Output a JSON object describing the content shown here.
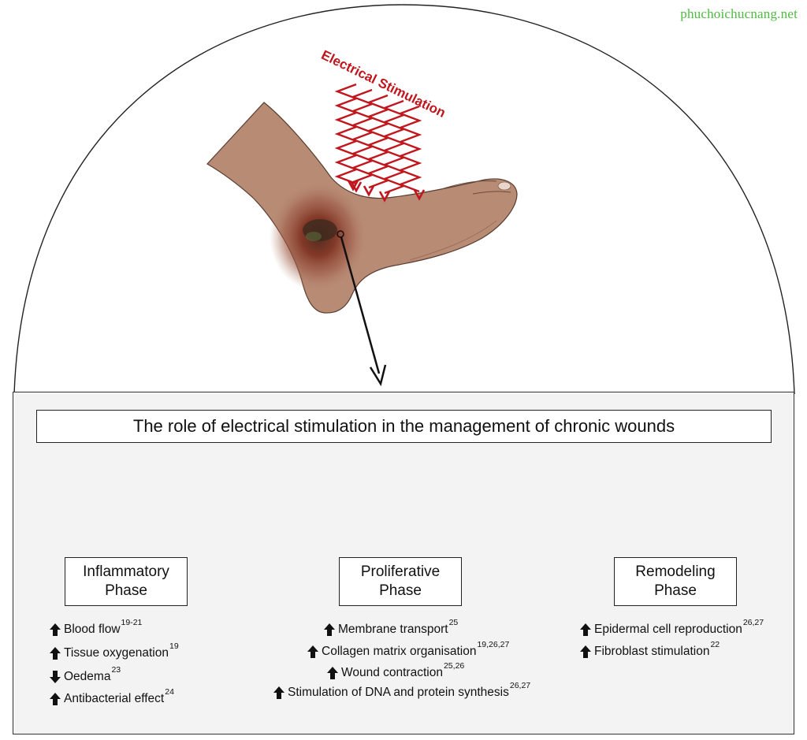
{
  "watermark": "phuchoichucnang.net",
  "stimulation_label": "Electrical Stimulation",
  "title": "The role of electrical stimulation in the management of chronic wounds",
  "phases": [
    {
      "name_line1": "Inflammatory",
      "name_line2": "Phase",
      "effects": [
        {
          "direction": "up",
          "text": "Blood flow",
          "ref": "19-21"
        },
        {
          "direction": "up",
          "text": "Tissue oxygenation",
          "ref": "19"
        },
        {
          "direction": "down",
          "text": "Oedema",
          "ref": "23"
        },
        {
          "direction": "up",
          "text": "Antibacterial effect",
          "ref": "24"
        }
      ]
    },
    {
      "name_line1": "Proliferative",
      "name_line2": "Phase",
      "effects": [
        {
          "direction": "up",
          "text": "Membrane transport",
          "ref": "25"
        },
        {
          "direction": "up",
          "text": "Collagen matrix organisation",
          "ref": "19,26,27"
        },
        {
          "direction": "up",
          "text": "Wound contraction",
          "ref": "25,26"
        },
        {
          "direction": "up",
          "text": "Stimulation of DNA and protein synthesis",
          "ref": "26,27"
        }
      ]
    },
    {
      "name_line1": "Remodeling",
      "name_line2": "Phase",
      "effects": [
        {
          "direction": "up",
          "text": "Epidermal cell reproduction",
          "ref": "26,27"
        },
        {
          "direction": "up",
          "text": "Fibroblast stimulation",
          "ref": "22"
        }
      ]
    }
  ],
  "colors": {
    "skin": "#b88b74",
    "wound": "#6b2418",
    "stim_red": "#c0161d",
    "cell_bg": "#e6c3c3",
    "panel_bg": "#f3f3f3",
    "watermark": "#4cbb3e"
  }
}
